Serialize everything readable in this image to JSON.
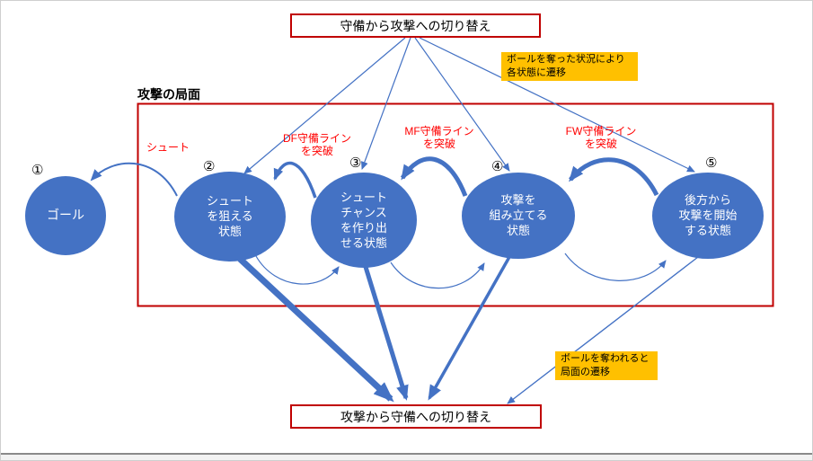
{
  "diagram": {
    "top_box_label": "守備から攻撃への切り替え",
    "bottom_box_label": "攻撃から守備への切り替え",
    "phase_label": "攻撃の局面",
    "note_ball_won": "ボールを奪った状況により\n各状態に遷移",
    "note_ball_lost": "ボールを奪われると\n局面の遷移",
    "states": [
      {
        "number": "①",
        "label": "ゴール"
      },
      {
        "number": "②",
        "label": "シュート\nを狙える\n状態"
      },
      {
        "number": "③",
        "label": "シュート\nチャンス\nを作り出\nせる状態"
      },
      {
        "number": "④",
        "label": "攻撃を\n組み立てる\n状態"
      },
      {
        "number": "⑤",
        "label": "後方から\n攻撃を開始\nする状態"
      }
    ],
    "transitions": {
      "shoot": "シュート",
      "df_break": "DF守備ライン\nを突破",
      "mf_break": "MF守備ライン\nを突破",
      "fw_break": "FW守備ライン\nを突破"
    },
    "colors": {
      "state_fill": "#4472C4",
      "arrow": "#4472C4",
      "frame_border": "#C00000",
      "note_bg": "#FFC000",
      "transition_text": "#FF0000"
    }
  }
}
